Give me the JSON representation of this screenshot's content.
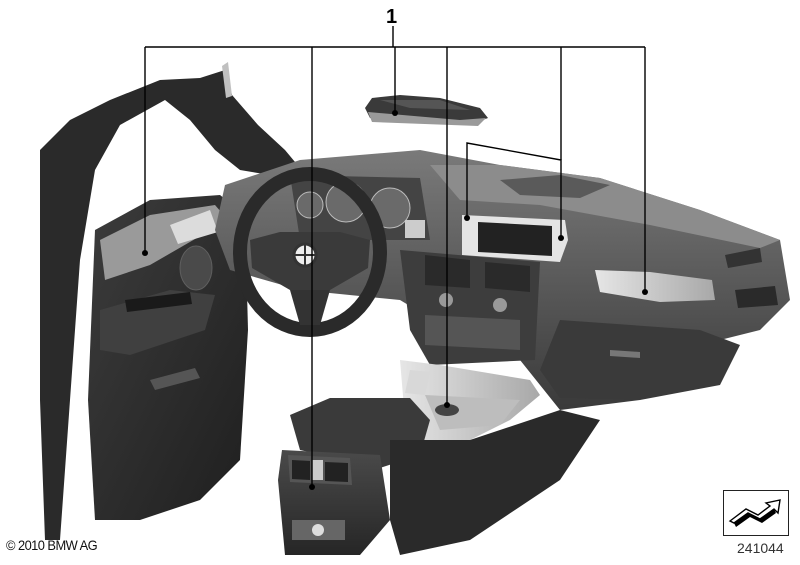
{
  "diagram": {
    "callout_label": "1",
    "callout_count": 1,
    "leader_targets": [
      "door-trim-panel",
      "center-rear-console-vent",
      "roof-control-unit",
      "center-console-trim",
      "central-display-bezel",
      "instrument-panel-trim"
    ],
    "copyright": "© 2010 BMW AG",
    "diagram_id": "241044",
    "nav_icon": "next-arrow-icon",
    "colors": {
      "line": "#000000",
      "background": "#ffffff",
      "part_dark": "#2e2e2e",
      "part_mid": "#6b6b6b",
      "part_light": "#c8c8c8"
    }
  }
}
